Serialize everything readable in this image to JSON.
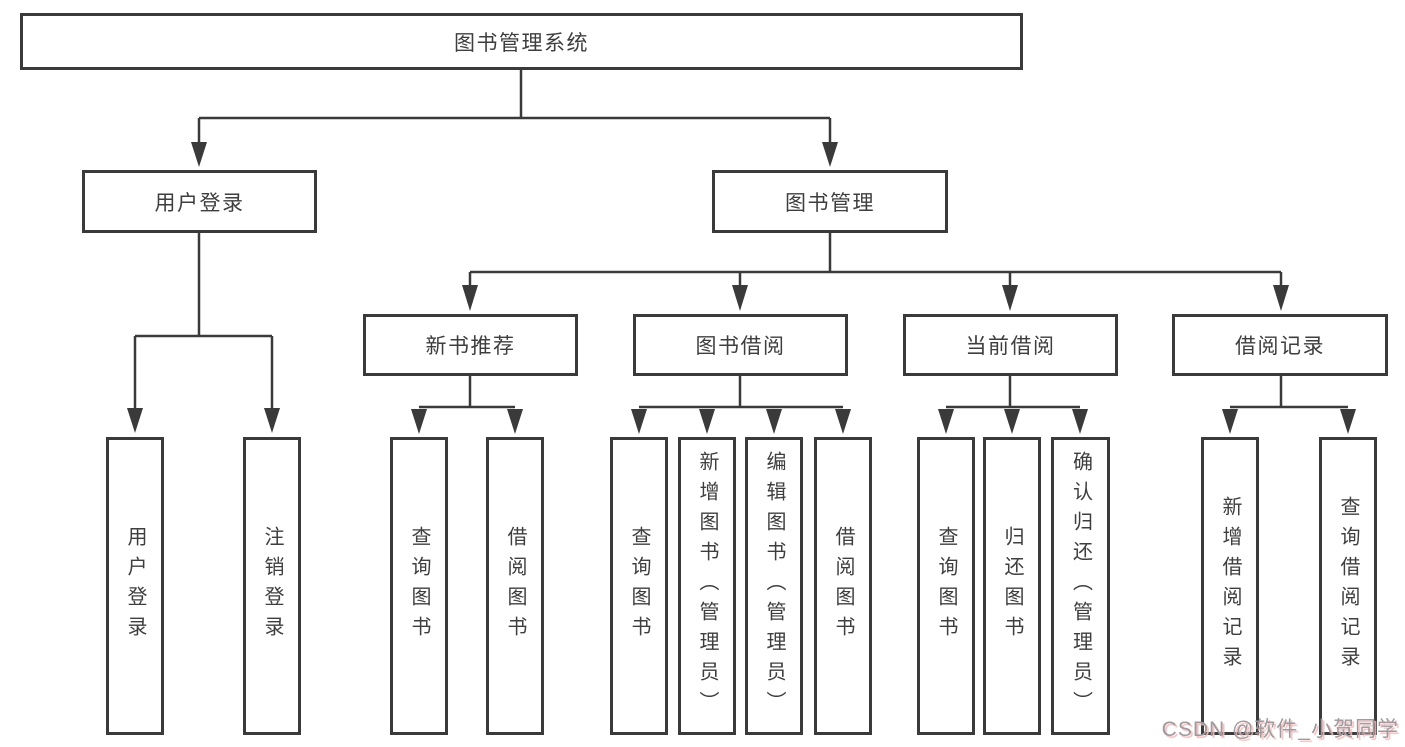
{
  "diagram": {
    "type": "tree",
    "title": "图书管理系统"
  },
  "nodes": {
    "root": "图书管理系统",
    "user_login": "用户登录",
    "book_management": "图书管理",
    "new_book_recommend": "新书推荐",
    "book_borrow": "图书借阅",
    "current_borrow": "当前借阅",
    "borrow_records": "借阅记录",
    "ul_user_login": "用户登录",
    "ul_logout": "注销登录",
    "nbr_query_books": "查询图书",
    "nbr_borrow_books": "借阅图书",
    "bb_query_books": "查询图书",
    "bb_add_books_admin": "新增图书（管理员）",
    "bb_edit_books_admin": "编辑图书（管理员）",
    "bb_borrow_books": "借阅图书",
    "cb_query_books": "查询图书",
    "cb_return_books": "归还图书",
    "cb_confirm_return_admin": "确认归还（管理员）",
    "br_add_record": "新增借阅记录",
    "br_query_record": "查询借阅记录"
  },
  "edges": [
    {
      "from": "图书管理系统",
      "to": "用户登录"
    },
    {
      "from": "图书管理系统",
      "to": "图书管理"
    },
    {
      "from": "用户登录",
      "to": "用户登录"
    },
    {
      "from": "用户登录",
      "to": "注销登录"
    },
    {
      "from": "图书管理",
      "to": "新书推荐"
    },
    {
      "from": "图书管理",
      "to": "图书借阅"
    },
    {
      "from": "图书管理",
      "to": "当前借阅"
    },
    {
      "from": "图书管理",
      "to": "借阅记录"
    },
    {
      "from": "新书推荐",
      "to": "查询图书"
    },
    {
      "from": "新书推荐",
      "to": "借阅图书"
    },
    {
      "from": "图书借阅",
      "to": "查询图书"
    },
    {
      "from": "图书借阅",
      "to": "新增图书（管理员）"
    },
    {
      "from": "图书借阅",
      "to": "编辑图书（管理员）"
    },
    {
      "from": "图书借阅",
      "to": "借阅图书"
    },
    {
      "from": "当前借阅",
      "to": "查询图书"
    },
    {
      "from": "当前借阅",
      "to": "归还图书"
    },
    {
      "from": "当前借阅",
      "to": "确认归还（管理员）"
    },
    {
      "from": "借阅记录",
      "to": "新增借阅记录"
    },
    {
      "from": "借阅记录",
      "to": "查询借阅记录"
    }
  ],
  "watermark": "CSDN @软件_小贺同学",
  "colors": {
    "line": "#3a3a3a",
    "text": "#3e3e3e",
    "background": "#ffffff",
    "watermark_gray": "#9b9ba0",
    "watermark_pink": "#f2bdbd"
  }
}
